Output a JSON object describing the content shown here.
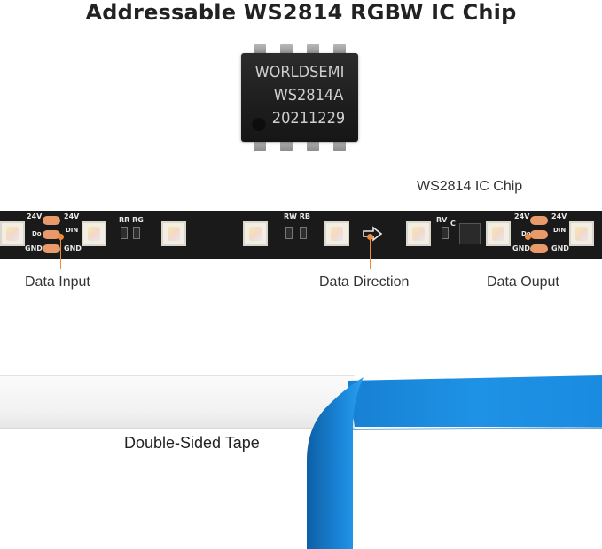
{
  "title": "Addressable WS2814 RGBW IC Chip",
  "chip": {
    "line1": "WORLDSEMI",
    "line2": "WS2814A",
    "line3": "20211229"
  },
  "strip": {
    "silk_left_24v_a": "24V",
    "silk_left_24v_b": "24V",
    "silk_left_do": "Do",
    "silk_left_din": "DIN",
    "silk_left_gnd_a": "GND",
    "silk_left_gnd_b": "GND",
    "silk_rr_rg": "RR RG",
    "silk_rw_rb": "RW RB",
    "silk_rv": "RV",
    "silk_c": "C",
    "silk_right_24v_a": "24V",
    "silk_right_24v_b": "24V",
    "silk_right_do": "Do",
    "silk_right_din": "DIN",
    "silk_right_gnd_a": "GND",
    "silk_right_gnd_b": "GND"
  },
  "labels": {
    "data_input": "Data Input",
    "data_direction": "Data Direction",
    "data_output": "Data Ouput",
    "ic_chip": "WS2814 IC Chip",
    "tape": "Double-Sided Tape"
  },
  "colors": {
    "pcb": "#1a1a1a",
    "pad": "#e89a6a",
    "pointer": "#f08a3c",
    "tape_blue": "#1a8fe3"
  }
}
